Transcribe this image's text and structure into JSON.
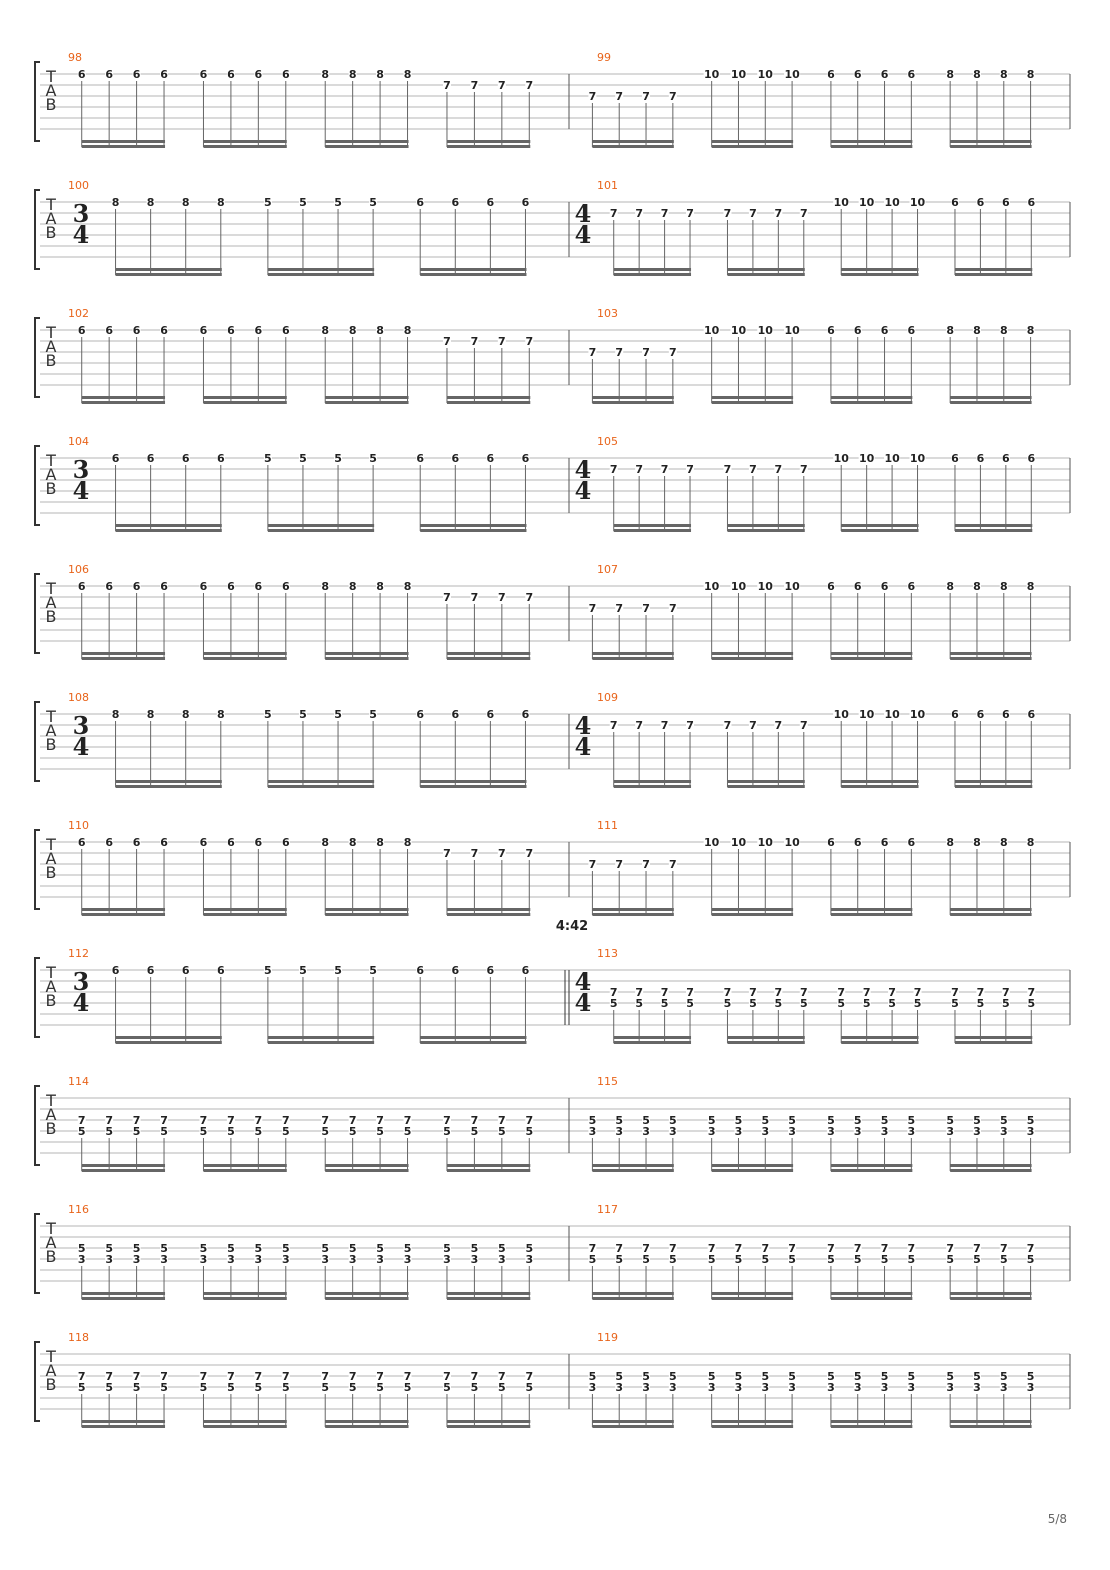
{
  "page_number": "5/8",
  "tab_letters": [
    "T",
    "A",
    "B"
  ],
  "colors": {
    "bar_number": "#e8641b",
    "staff_line": "#b5b5b5",
    "stem": "#666666",
    "ink": "#222222"
  },
  "section_markers": [
    {
      "text": "4:42",
      "before_measure": 112
    }
  ],
  "systems": [
    {
      "measures": [
        {
          "number": 98,
          "beats": [
            [
              "1:6",
              "1:6",
              "1:6",
              "1:6"
            ],
            [
              "1:6",
              "1:6",
              "1:6",
              "1:6"
            ],
            [
              "1:8",
              "1:8",
              "1:8",
              "1:8"
            ],
            [
              "2:7",
              "2:7",
              "2:7",
              "2:7"
            ]
          ]
        },
        {
          "number": 99,
          "beats": [
            [
              "3:7",
              "3:7",
              "3:7",
              "3:7"
            ],
            [
              "1:10",
              "1:10",
              "1:10",
              "1:10"
            ],
            [
              "1:6",
              "1:6",
              "1:6",
              "1:6"
            ],
            [
              "1:8",
              "1:8",
              "1:8",
              "1:8"
            ]
          ]
        }
      ]
    },
    {
      "measures": [
        {
          "number": 100,
          "time_signature": [
            "3",
            "4"
          ],
          "beats": [
            [
              "1:8",
              "1:8",
              "1:8",
              "1:8"
            ],
            [
              "1:5",
              "1:5",
              "1:5",
              "1:5"
            ],
            [
              "1:6",
              "1:6",
              "1:6",
              "1:6"
            ]
          ]
        },
        {
          "number": 101,
          "time_signature": [
            "4",
            "4"
          ],
          "beats": [
            [
              "2:7",
              "2:7",
              "2:7",
              "2:7"
            ],
            [
              "2:7",
              "2:7",
              "2:7",
              "2:7"
            ],
            [
              "1:10",
              "1:10",
              "1:10",
              "1:10"
            ],
            [
              "1:6",
              "1:6",
              "1:6",
              "1:6"
            ]
          ]
        }
      ]
    },
    {
      "measures": [
        {
          "number": 102,
          "beats": [
            [
              "1:6",
              "1:6",
              "1:6",
              "1:6"
            ],
            [
              "1:6",
              "1:6",
              "1:6",
              "1:6"
            ],
            [
              "1:8",
              "1:8",
              "1:8",
              "1:8"
            ],
            [
              "2:7",
              "2:7",
              "2:7",
              "2:7"
            ]
          ]
        },
        {
          "number": 103,
          "beats": [
            [
              "3:7",
              "3:7",
              "3:7",
              "3:7"
            ],
            [
              "1:10",
              "1:10",
              "1:10",
              "1:10"
            ],
            [
              "1:6",
              "1:6",
              "1:6",
              "1:6"
            ],
            [
              "1:8",
              "1:8",
              "1:8",
              "1:8"
            ]
          ]
        }
      ]
    },
    {
      "measures": [
        {
          "number": 104,
          "time_signature": [
            "3",
            "4"
          ],
          "beats": [
            [
              "1:6",
              "1:6",
              "1:6",
              "1:6"
            ],
            [
              "1:5",
              "1:5",
              "1:5",
              "1:5"
            ],
            [
              "1:6",
              "1:6",
              "1:6",
              "1:6"
            ]
          ]
        },
        {
          "number": 105,
          "time_signature": [
            "4",
            "4"
          ],
          "beats": [
            [
              "2:7",
              "2:7",
              "2:7",
              "2:7"
            ],
            [
              "2:7",
              "2:7",
              "2:7",
              "2:7"
            ],
            [
              "1:10",
              "1:10",
              "1:10",
              "1:10"
            ],
            [
              "1:6",
              "1:6",
              "1:6",
              "1:6"
            ]
          ]
        }
      ]
    },
    {
      "measures": [
        {
          "number": 106,
          "beats": [
            [
              "1:6",
              "1:6",
              "1:6",
              "1:6"
            ],
            [
              "1:6",
              "1:6",
              "1:6",
              "1:6"
            ],
            [
              "1:8",
              "1:8",
              "1:8",
              "1:8"
            ],
            [
              "2:7",
              "2:7",
              "2:7",
              "2:7"
            ]
          ]
        },
        {
          "number": 107,
          "beats": [
            [
              "3:7",
              "3:7",
              "3:7",
              "3:7"
            ],
            [
              "1:10",
              "1:10",
              "1:10",
              "1:10"
            ],
            [
              "1:6",
              "1:6",
              "1:6",
              "1:6"
            ],
            [
              "1:8",
              "1:8",
              "1:8",
              "1:8"
            ]
          ]
        }
      ]
    },
    {
      "measures": [
        {
          "number": 108,
          "time_signature": [
            "3",
            "4"
          ],
          "beats": [
            [
              "1:8",
              "1:8",
              "1:8",
              "1:8"
            ],
            [
              "1:5",
              "1:5",
              "1:5",
              "1:5"
            ],
            [
              "1:6",
              "1:6",
              "1:6",
              "1:6"
            ]
          ]
        },
        {
          "number": 109,
          "time_signature": [
            "4",
            "4"
          ],
          "beats": [
            [
              "2:7",
              "2:7",
              "2:7",
              "2:7"
            ],
            [
              "2:7",
              "2:7",
              "2:7",
              "2:7"
            ],
            [
              "1:10",
              "1:10",
              "1:10",
              "1:10"
            ],
            [
              "1:6",
              "1:6",
              "1:6",
              "1:6"
            ]
          ]
        }
      ]
    },
    {
      "measures": [
        {
          "number": 110,
          "beats": [
            [
              "1:6",
              "1:6",
              "1:6",
              "1:6"
            ],
            [
              "1:6",
              "1:6",
              "1:6",
              "1:6"
            ],
            [
              "1:8",
              "1:8",
              "1:8",
              "1:8"
            ],
            [
              "2:7",
              "2:7",
              "2:7",
              "2:7"
            ]
          ]
        },
        {
          "number": 111,
          "beats": [
            [
              "3:7",
              "3:7",
              "3:7",
              "3:7"
            ],
            [
              "1:10",
              "1:10",
              "1:10",
              "1:10"
            ],
            [
              "1:6",
              "1:6",
              "1:6",
              "1:6"
            ],
            [
              "1:8",
              "1:8",
              "1:8",
              "1:8"
            ]
          ]
        }
      ]
    },
    {
      "measures": [
        {
          "number": 112,
          "time_signature": [
            "3",
            "4"
          ],
          "double_barline_end": true,
          "beats": [
            [
              "1:6",
              "1:6",
              "1:6",
              "1:6"
            ],
            [
              "1:5",
              "1:5",
              "1:5",
              "1:5"
            ],
            [
              "1:6",
              "1:6",
              "1:6",
              "1:6"
            ]
          ]
        },
        {
          "number": 113,
          "time_signature": [
            "4",
            "4"
          ],
          "beats": [
            [
              "3:7|4:5",
              "3:7|4:5",
              "3:7|4:5",
              "3:7|4:5"
            ],
            [
              "3:7|4:5",
              "3:7|4:5",
              "3:7|4:5",
              "3:7|4:5"
            ],
            [
              "3:7|4:5",
              "3:7|4:5",
              "3:7|4:5",
              "3:7|4:5"
            ],
            [
              "3:7|4:5",
              "3:7|4:5",
              "3:7|4:5",
              "3:7|4:5"
            ]
          ]
        }
      ]
    },
    {
      "measures": [
        {
          "number": 114,
          "beats": [
            [
              "3:7|4:5",
              "3:7|4:5",
              "3:7|4:5",
              "3:7|4:5"
            ],
            [
              "3:7|4:5",
              "3:7|4:5",
              "3:7|4:5",
              "3:7|4:5"
            ],
            [
              "3:7|4:5",
              "3:7|4:5",
              "3:7|4:5",
              "3:7|4:5"
            ],
            [
              "3:7|4:5",
              "3:7|4:5",
              "3:7|4:5",
              "3:7|4:5"
            ]
          ]
        },
        {
          "number": 115,
          "beats": [
            [
              "3:5|4:3",
              "3:5|4:3",
              "3:5|4:3",
              "3:5|4:3"
            ],
            [
              "3:5|4:3",
              "3:5|4:3",
              "3:5|4:3",
              "3:5|4:3"
            ],
            [
              "3:5|4:3",
              "3:5|4:3",
              "3:5|4:3",
              "3:5|4:3"
            ],
            [
              "3:5|4:3",
              "3:5|4:3",
              "3:5|4:3",
              "3:5|4:3"
            ]
          ]
        }
      ]
    },
    {
      "measures": [
        {
          "number": 116,
          "beats": [
            [
              "3:5|4:3",
              "3:5|4:3",
              "3:5|4:3",
              "3:5|4:3"
            ],
            [
              "3:5|4:3",
              "3:5|4:3",
              "3:5|4:3",
              "3:5|4:3"
            ],
            [
              "3:5|4:3",
              "3:5|4:3",
              "3:5|4:3",
              "3:5|4:3"
            ],
            [
              "3:5|4:3",
              "3:5|4:3",
              "3:5|4:3",
              "3:5|4:3"
            ]
          ]
        },
        {
          "number": 117,
          "beats": [
            [
              "3:7|4:5",
              "3:7|4:5",
              "3:7|4:5",
              "3:7|4:5"
            ],
            [
              "3:7|4:5",
              "3:7|4:5",
              "3:7|4:5",
              "3:7|4:5"
            ],
            [
              "3:7|4:5",
              "3:7|4:5",
              "3:7|4:5",
              "3:7|4:5"
            ],
            [
              "3:7|4:5",
              "3:7|4:5",
              "3:7|4:5",
              "3:7|4:5"
            ]
          ]
        }
      ]
    },
    {
      "measures": [
        {
          "number": 118,
          "beats": [
            [
              "3:7|4:5",
              "3:7|4:5",
              "3:7|4:5",
              "3:7|4:5"
            ],
            [
              "3:7|4:5",
              "3:7|4:5",
              "3:7|4:5",
              "3:7|4:5"
            ],
            [
              "3:7|4:5",
              "3:7|4:5",
              "3:7|4:5",
              "3:7|4:5"
            ],
            [
              "3:7|4:5",
              "3:7|4:5",
              "3:7|4:5",
              "3:7|4:5"
            ]
          ]
        },
        {
          "number": 119,
          "beats": [
            [
              "3:5|4:3",
              "3:5|4:3",
              "3:5|4:3",
              "3:5|4:3"
            ],
            [
              "3:5|4:3",
              "3:5|4:3",
              "3:5|4:3",
              "3:5|4:3"
            ],
            [
              "3:5|4:3",
              "3:5|4:3",
              "3:5|4:3",
              "3:5|4:3"
            ],
            [
              "3:5|4:3",
              "3:5|4:3",
              "3:5|4:3",
              "3:5|4:3"
            ]
          ]
        }
      ]
    }
  ]
}
